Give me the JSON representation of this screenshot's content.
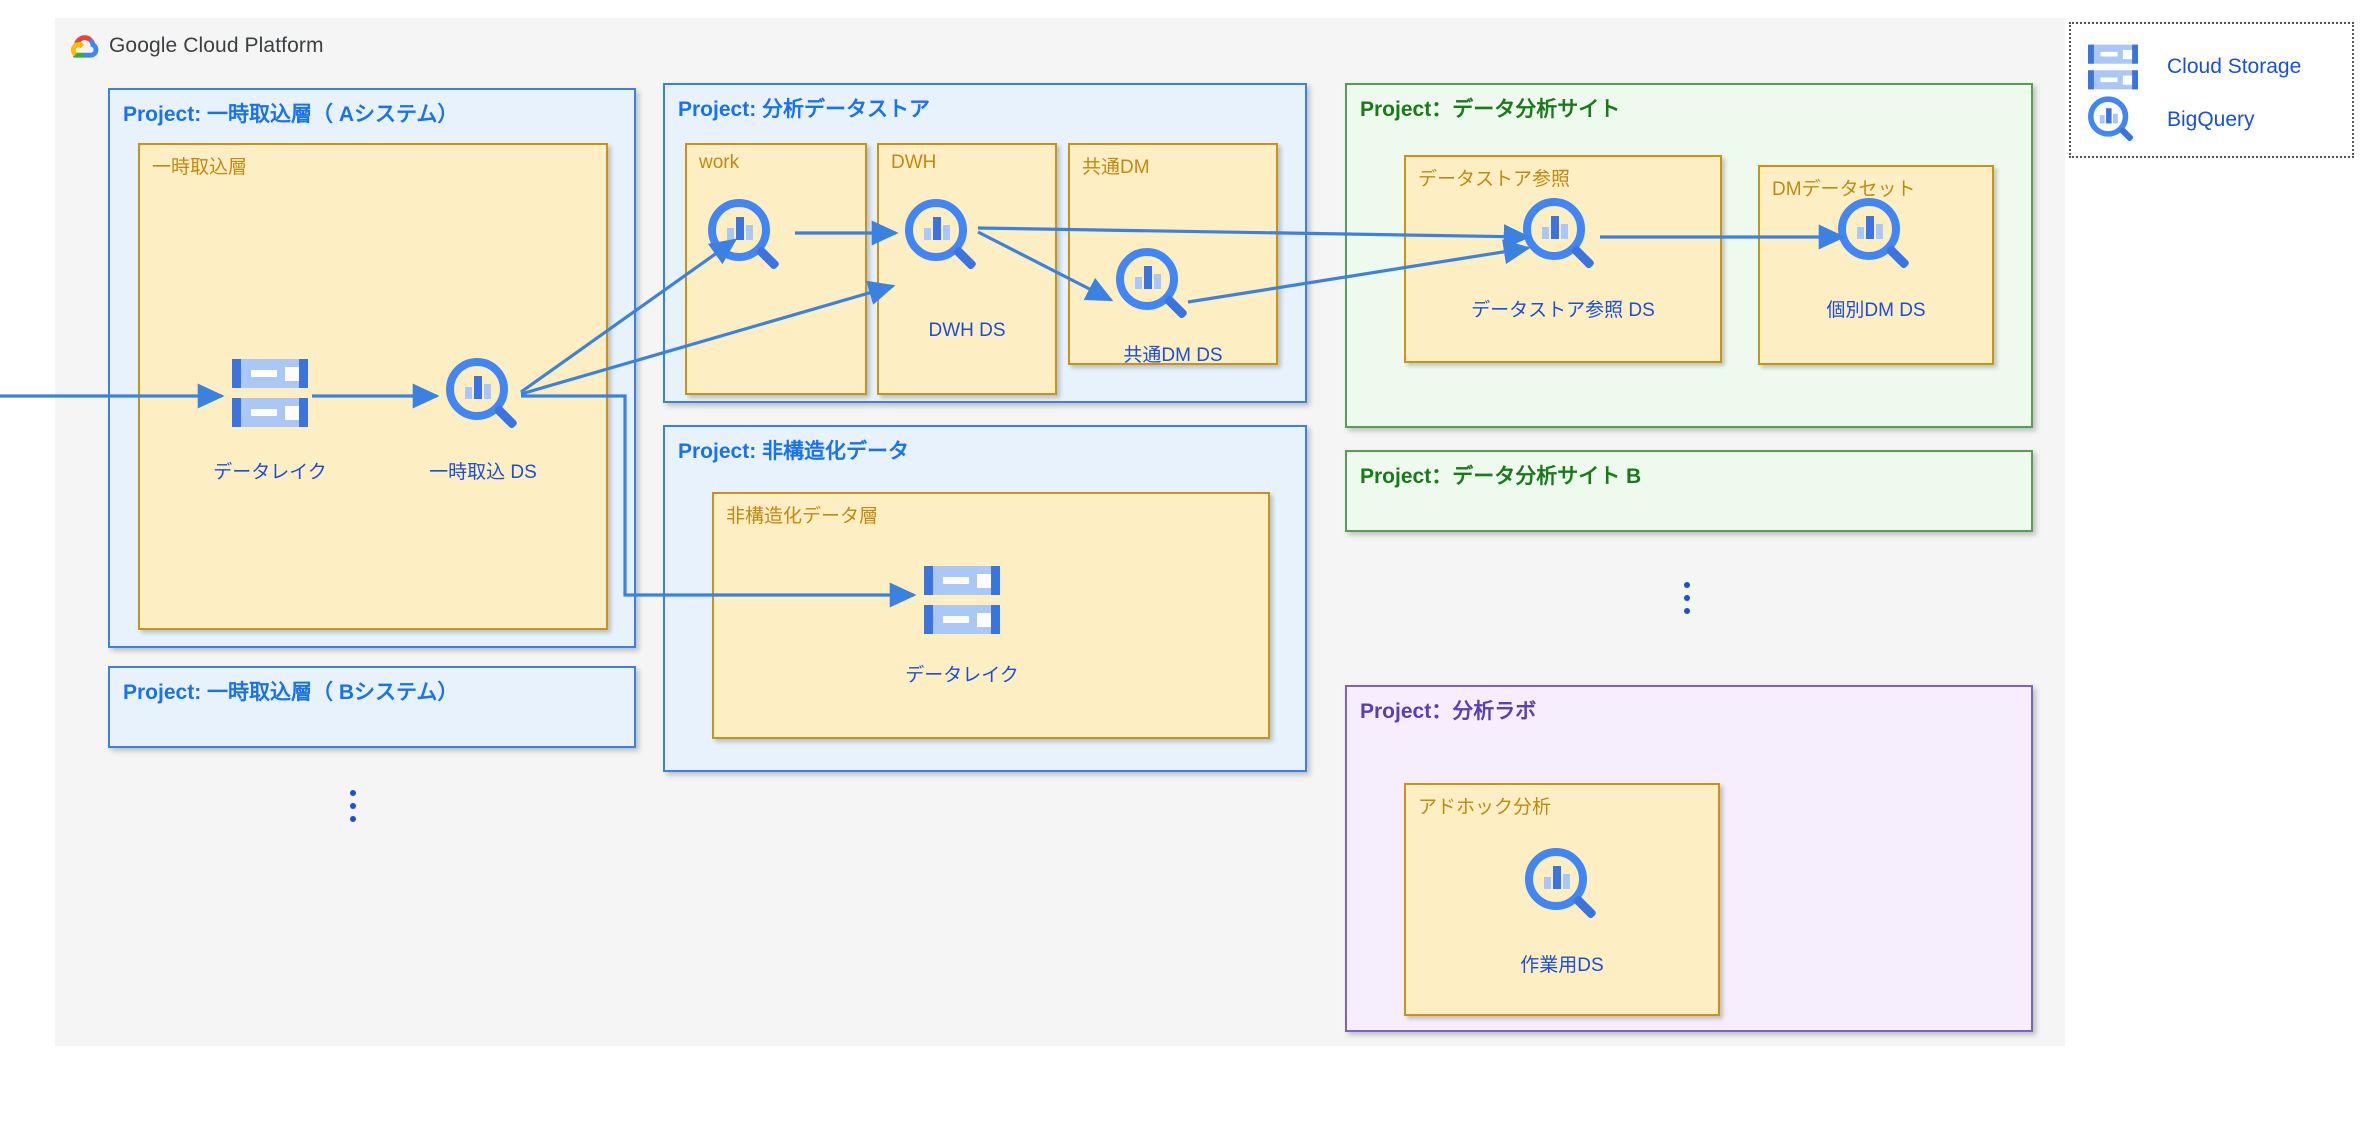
{
  "header": {
    "title": "Google Cloud Platform",
    "logo_icon": "google-cloud-logo"
  },
  "legend": {
    "items": [
      {
        "label": "Cloud Storage",
        "icon": "cloud-storage-icon"
      },
      {
        "label": "BigQuery",
        "icon": "bigquery-icon"
      }
    ]
  },
  "projects": [
    {
      "id": "ingest-a",
      "title": "Project: 一時取込層（ Aシステム）",
      "color": "blue",
      "layers": [
        {
          "title": "一時取込層",
          "nodes": [
            {
              "label": "データレイク",
              "icon": "cloud-storage-icon"
            },
            {
              "label": "一時取込 DS",
              "icon": "bigquery-icon"
            }
          ]
        }
      ]
    },
    {
      "id": "ingest-b",
      "title": "Project: 一時取込層（ Bシステム）",
      "color": "blue",
      "layers": []
    },
    {
      "id": "datastore",
      "title": "Project: 分析データストア",
      "color": "blue",
      "layers": [
        {
          "title": "work",
          "nodes": [
            {
              "label": "",
              "icon": "bigquery-icon"
            }
          ]
        },
        {
          "title": "DWH",
          "nodes": [
            {
              "label": "DWH DS",
              "icon": "bigquery-icon"
            }
          ]
        },
        {
          "title": "共通DM",
          "nodes": [
            {
              "label": "共通DM DS",
              "icon": "bigquery-icon"
            }
          ]
        }
      ]
    },
    {
      "id": "unstructured",
      "title": "Project: 非構造化データ",
      "color": "blue",
      "layers": [
        {
          "title": "非構造化データ層",
          "nodes": [
            {
              "label": "データレイク",
              "icon": "cloud-storage-icon"
            }
          ]
        }
      ]
    },
    {
      "id": "analysis-site",
      "title": "Project：データ分析サイト",
      "color": "green",
      "layers": [
        {
          "title": "データストア参照",
          "nodes": [
            {
              "label": "データストア参照  DS",
              "icon": "bigquery-icon"
            }
          ]
        },
        {
          "title": "DMデータセット",
          "nodes": [
            {
              "label": "個別DM DS",
              "icon": "bigquery-icon"
            }
          ]
        }
      ]
    },
    {
      "id": "analysis-site-b",
      "title": "Project：データ分析サイト  B",
      "color": "green",
      "layers": []
    },
    {
      "id": "analysis-lab",
      "title": "Project：分析ラボ",
      "color": "purple",
      "layers": [
        {
          "title": "アドホック分析",
          "nodes": [
            {
              "label": "作業用DS",
              "icon": "bigquery-icon"
            }
          ]
        }
      ]
    }
  ],
  "ellipsis": [
    {
      "id": "ellipsis-left",
      "glyph": "⋮"
    },
    {
      "id": "ellipsis-right",
      "glyph": "⋮"
    }
  ],
  "colors": {
    "project_blue_fill": "#e8f2fd",
    "project_blue_border": "#3b82e0",
    "project_green_fill": "#effaef",
    "project_green_border": "#5a9e56",
    "project_purple_fill": "#f6eefc",
    "project_purple_border": "#7b62c4",
    "layer_fill": "#fdeec3",
    "layer_border": "#c9931a",
    "layer_title_text": "#c08a12",
    "node_label_text": "#1a4fd6",
    "arrow": "#3b82e0",
    "canvas_bg": "#f5f5f5",
    "title_text": "#3c4043"
  }
}
